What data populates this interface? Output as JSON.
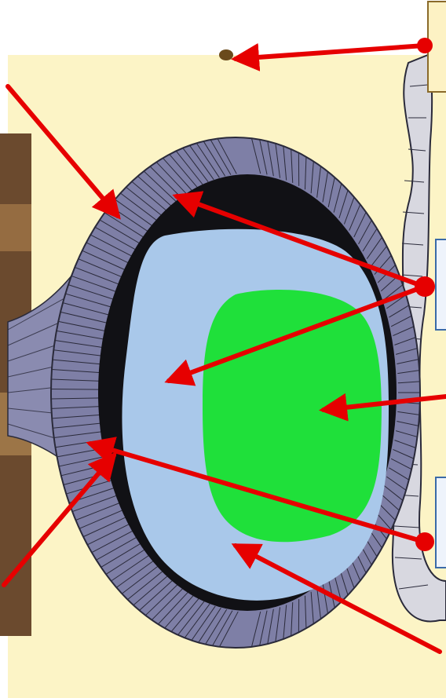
{
  "diagram": {
    "colors": {
      "panel_bg": "#fcf4c6",
      "left_photo": "#6b4a2e",
      "epithelium_fill": "#7e7fa6",
      "cell_lines": "#2a2a3a",
      "pigment_layer": "#111115",
      "light_blue_region": "#a9c8ea",
      "green_region": "#1fe03a",
      "arrow": "#e60000",
      "label_box_yellow": "#fdf2c4",
      "label_box_blue": "#eef3fb",
      "label_box_border_brown": "#8a6a2a",
      "label_box_border_blue": "#3a6aa8"
    },
    "label_boxes": [
      {
        "name": "label-box-top",
        "text": ""
      },
      {
        "name": "label-box-middle",
        "text": ""
      },
      {
        "name": "label-box-lower",
        "text": ""
      }
    ]
  }
}
